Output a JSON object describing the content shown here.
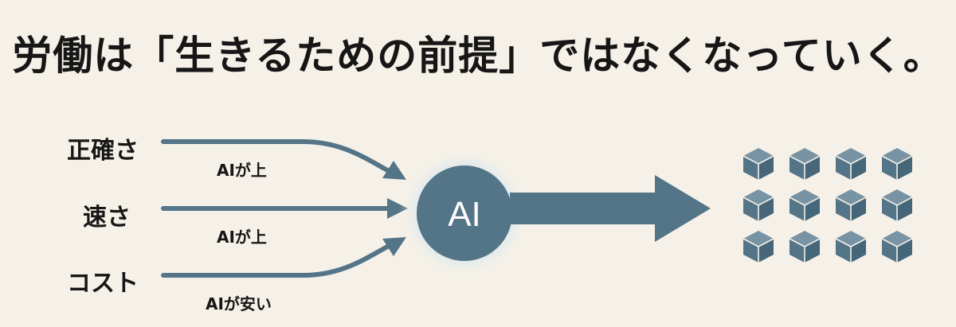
{
  "title": "労働は「生きるための前提」ではなくなっていく。",
  "factors": [
    {
      "label": "正確さ",
      "relation": "AIが上"
    },
    {
      "label": "速さ",
      "relation": "AIが上"
    },
    {
      "label": "コスト",
      "relation": "AIが安い"
    }
  ],
  "center": {
    "label": "AI"
  },
  "output": {
    "icon": "cube-icon",
    "rows": 3,
    "cols": 4
  },
  "colors": {
    "background": "#f5f1e8",
    "accent": "#547487",
    "text": "#161616",
    "glow": "#cfe3f2"
  }
}
